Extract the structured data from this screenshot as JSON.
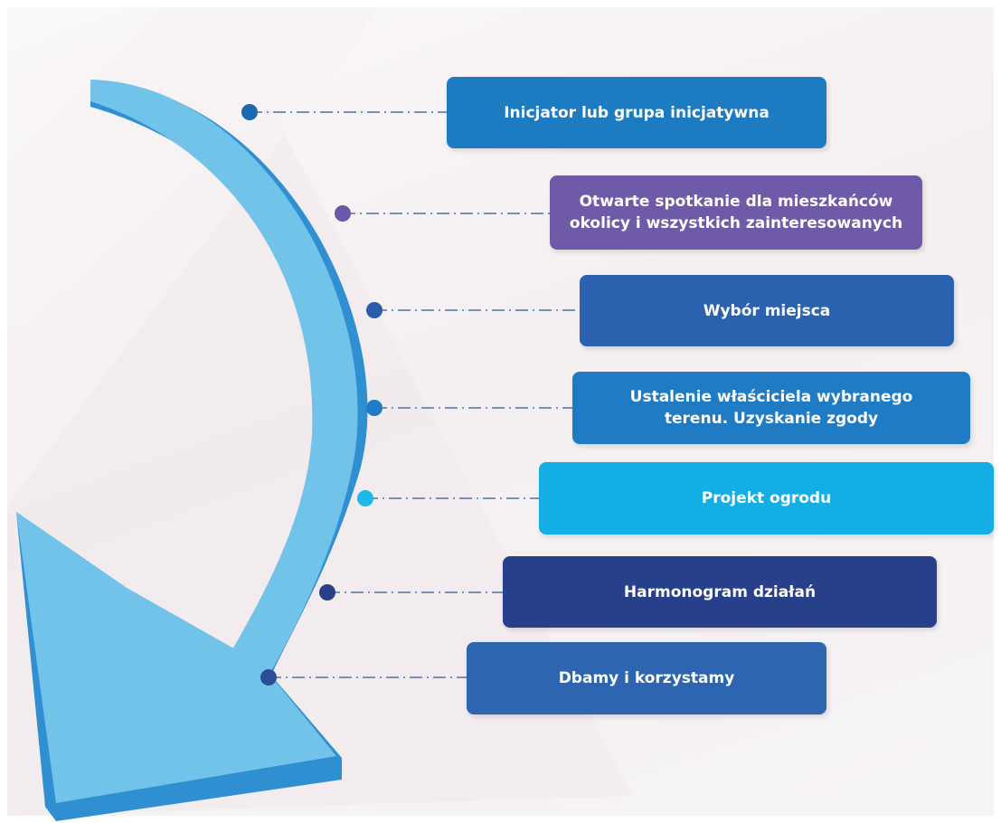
{
  "colors": {
    "arrow_light": "#72c3ea",
    "arrow_dark": "#2f8fd0",
    "connector": "#7a8fb8"
  },
  "steps": [
    {
      "label": "Inicjator lub grupa inicjatywna",
      "color": "#1d7bc2",
      "dot": "#1b6ab0"
    },
    {
      "label": "Otwarte spotkanie dla mieszkańców okolicy i wszystkich zainteresowanych",
      "color": "#6f5aa8",
      "dot": "#6a57a6"
    },
    {
      "label": "Wybór miejsca",
      "color": "#2b62b0",
      "dot": "#2a5ca8"
    },
    {
      "label": "Ustalenie właściciela wybranego terenu. Uzyskanie zgody",
      "color": "#1f7cc4",
      "dot": "#1e7cc4"
    },
    {
      "label": "Projekt ogrodu",
      "color": "#13aee4",
      "dot": "#1cb8ea"
    },
    {
      "label": "Harmonogram działań",
      "color": "#283f8a",
      "dot": "#283f8a"
    },
    {
      "label": "Dbamy i korzystamy",
      "color": "#2d65b0",
      "dot": "#2c4e98"
    }
  ]
}
